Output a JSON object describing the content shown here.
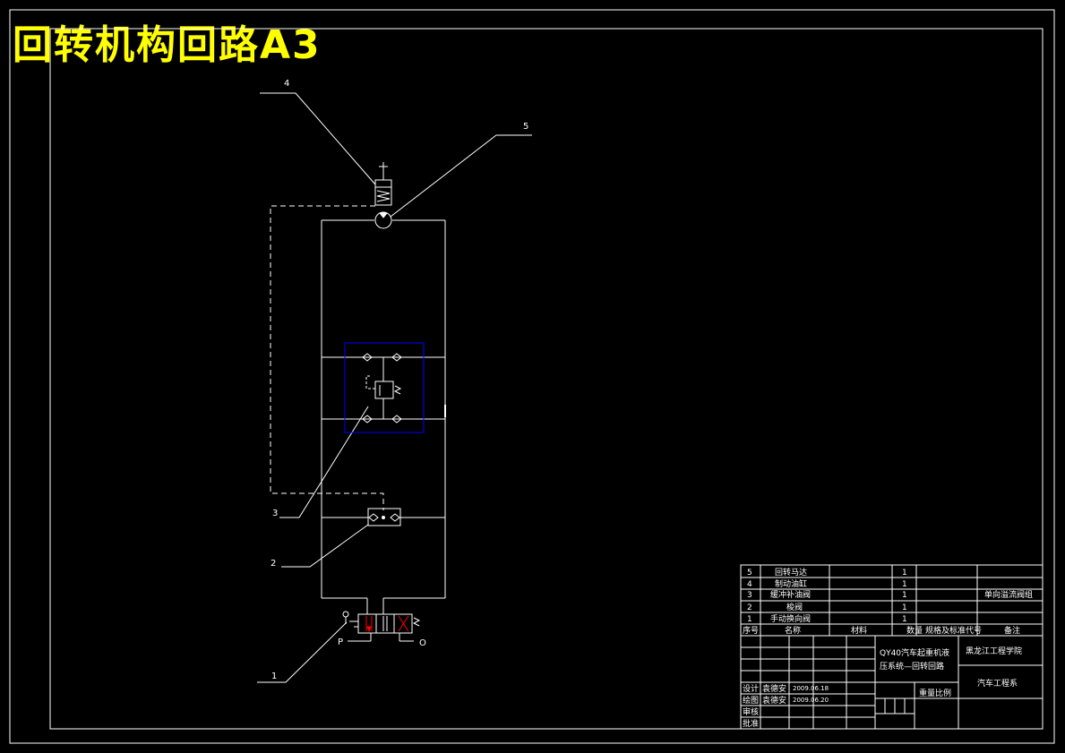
{
  "title": "回转机构回路A3",
  "labels": {
    "l1": "1",
    "l2": "2",
    "l3": "3",
    "l4": "4",
    "l5": "5",
    "P": "P",
    "O": "O"
  },
  "bom": {
    "rows": [
      {
        "no": "5",
        "name": "回转马达",
        "qty": "1",
        "remark": ""
      },
      {
        "no": "4",
        "name": "制动油缸",
        "qty": "1",
        "remark": ""
      },
      {
        "no": "3",
        "name": "缓冲补油阀",
        "qty": "1",
        "remark": "单向溢流阀组"
      },
      {
        "no": "2",
        "name": "梭阀",
        "qty": "1",
        "remark": ""
      },
      {
        "no": "1",
        "name": "手动换向阀",
        "qty": "1",
        "remark": ""
      }
    ],
    "header": {
      "no": "序号",
      "name": "名称",
      "material": "材料",
      "qty": "数量",
      "spec": "规格及标准代号",
      "remark": "备注"
    }
  },
  "titleblock": {
    "drawing_name_1": "QY40汽车起重机液",
    "drawing_name_2": "压系统—回转回路",
    "school": "黑龙江工程学院",
    "department": "汽车工程系",
    "weight_scale": "重量比例",
    "design": "设计",
    "drawing": "绘图",
    "review": "审核",
    "approve": "批准",
    "designer": "袁德安",
    "drafter": "袁德安",
    "date1": "2009.06.18",
    "date2": "2009.06.20"
  },
  "colors": {
    "line": "#ffffff",
    "title": "#ffff00",
    "valve_box": "#0000ff",
    "arrow": "#ff0000"
  }
}
